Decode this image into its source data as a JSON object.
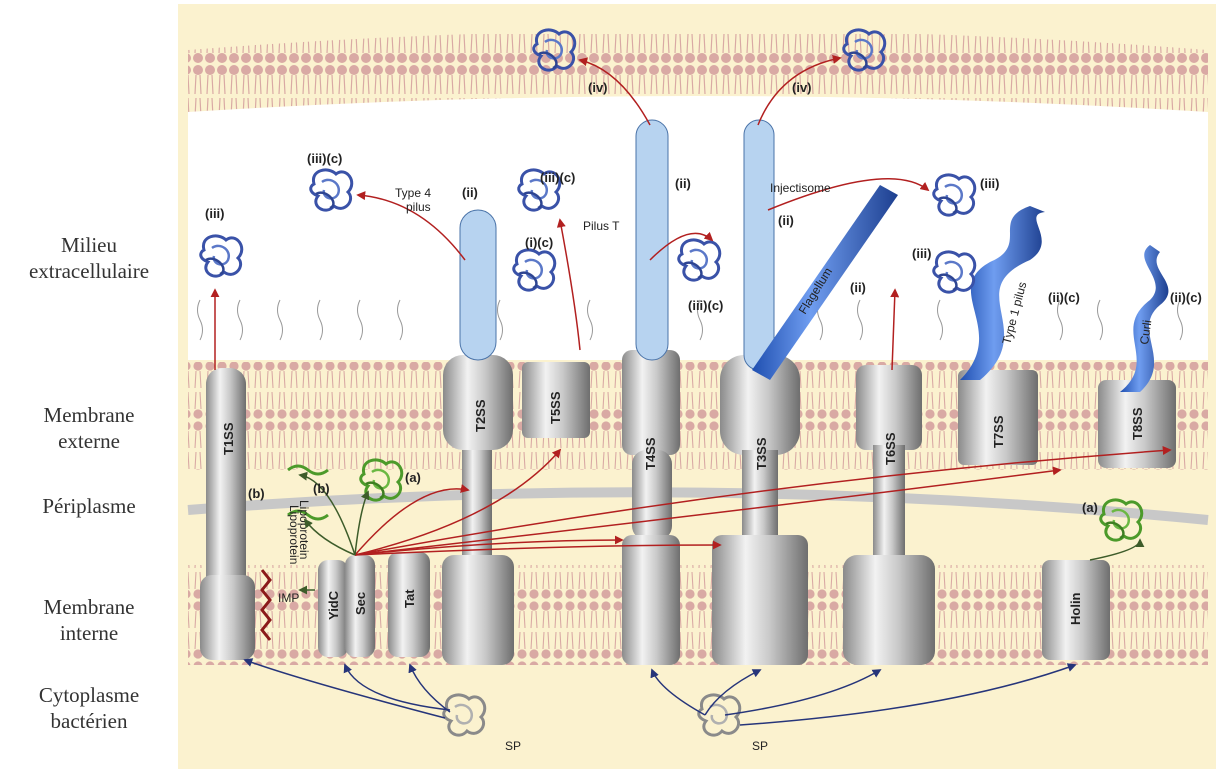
{
  "side_labels": {
    "extracellular": [
      "Milieu",
      "extracellulaire"
    ],
    "outer_membrane": [
      "Membrane",
      "externe"
    ],
    "periplasm": [
      "Périplasme"
    ],
    "inner_membrane": [
      "Membrane",
      "interne"
    ],
    "cytoplasm": [
      "Cytoplasme",
      "bactérien"
    ]
  },
  "systems": {
    "t1ss": "T1SS",
    "t2ss": "T2SS",
    "t4ss": "T4SS",
    "t3ss": "T3SS",
    "t5ss": "T5SS",
    "t6ss": "T6SS",
    "t7ss": "T7SS",
    "t8ss": "T8SS",
    "yidc": "YidC",
    "sec": "Sec",
    "tat": "Tat",
    "holin": "Holin"
  },
  "labels": {
    "type4_pilus_1": "Type 4",
    "type4_pilus_2": "pilus",
    "pilus_t": "Pilus T",
    "injectisome": "Injectisome",
    "flagellum": "Flagellum",
    "type1_pilus": "Type 1 pilus",
    "curli": "Curli",
    "lipoprotein_1": "Lipoprotein",
    "lipoprotein_2": "Lipoprotein",
    "imp": "IMP",
    "sp_left": "SP",
    "sp_right": "SP"
  },
  "annotations": {
    "iii_t1": "(iii)",
    "iiic_t2": "(iii)(c)",
    "ii_t2": "(ii)",
    "iiic_t5": "(iii)(c)",
    "ic_t5": "(i)(c)",
    "iv_left": "(iv)",
    "ii_t4": "(ii)",
    "iiic_t4": "(iii)(c)",
    "iv_right": "(iv)",
    "ii_t3": "(ii)",
    "iii_t3": "(iii)",
    "ii_flag": "(ii)",
    "iii_t6": "(iii)",
    "iic_t7": "(ii)(c)",
    "iic_t8": "(ii)(c)",
    "b_t1": "(b)",
    "b_lipo": "(b)",
    "a_left": "(a)",
    "a_right": "(a)"
  },
  "colors": {
    "cytoplasm": "#fbf2cf",
    "membrane_head": "#d9a9a4",
    "protein_blue": "#3b6fd1",
    "protein_green": "#4c9a2a",
    "arrow_red": "#b22020",
    "arrow_blue": "#26357a"
  }
}
